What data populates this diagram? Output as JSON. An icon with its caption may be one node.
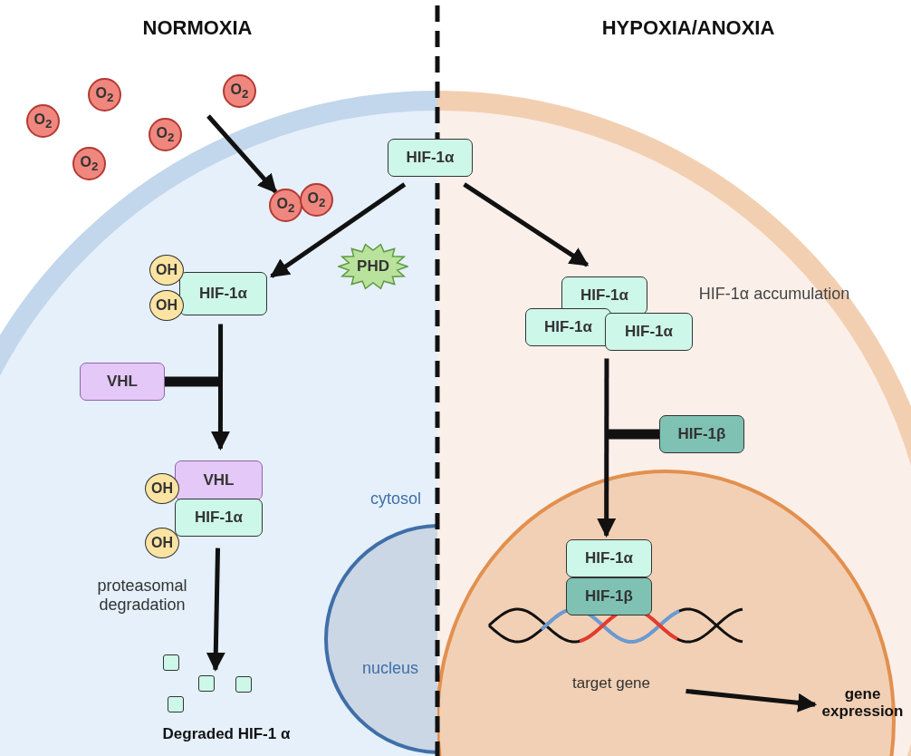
{
  "diagram": {
    "nodes": [
      {
        "text": [
          "O$_{2}$"
        ]
      },
      {
        "text": [
          "O$_{2}$"
        ]
      },
      {
        "text": [
          "O$_{2}$"
        ]
      },
      {
        "text": [
          "O$_{2}$"
        ]
      },
      {
        "text": [
          "O$_{2}$"
        ]
      },
      {
        "text": [
          "O$_{2}$"
        ]
      },
      {
        "text": [
          "O$_{2}$"
        ]
      },
      {
        "text": [
          "HIF-1α"
        ]
      },
      {
        "text": [
          "OH"
        ]
      },
      {
        "text": [
          "OH"
        ]
      },
      {
        "text": [
          "HIF-1α"
        ]
      },
      {
        "text": [
          "PHD"
        ]
      },
      {
        "text": [
          "VHL"
        ]
      },
      {
        "text": [
          "OH"
        ]
      },
      {
        "text": [
          "VHL"
        ]
      },
      {
        "text": [
          "HIF-1α"
        ]
      },
      {
        "text": [
          "OH"
        ]
      },
      {
        "text": [],
        "shape": "box"
      },
      {
        "text": [],
        "shape": "box"
      },
      {
        "text": [],
        "shape": "box"
      },
      {
        "text": [],
        "shape": "box"
      },
      {
        "text": [
          "HIF-1α"
        ]
      },
      {
        "text": [
          "HIF-1α"
        ]
      },
      {
        "text": [
          "HIF-1α"
        ]
      },
      {
        "text": [
          "HIF-1β"
        ]
      },
      {
        "text": [
          "HIF-1α"
        ]
      },
      {
        "text": [
          "HIF-1β"
        ]
      },
      {
        "text": [
          "target gene"
        ]
      },
      {
        "text": [
          "gene expression"
        ]
      }
    ],
    "edges": [
      {
        "from": null,
        "to": 5,
        "arrow": "to"
      },
      {
        "from": 7,
        "to": 10,
        "arrow": "to"
      },
      {
        "from": 7,
        "to": 21,
        "arrow": "to"
      },
      {
        "from": 10,
        "to": 14,
        "arrow": "to"
      },
      {
        "from": 12,
        "to": null,
        "arrow": "none",
        "style": "thick"
      },
      {
        "from": 15,
        "to": 18,
        "arrow": "to",
        "label": "proteasomal degradation"
      },
      {
        "from": 23,
        "to": 25,
        "arrow": "to"
      },
      {
        "from": 24,
        "to": null,
        "arrow": "none",
        "style": "thick"
      },
      {
        "from": 27,
        "to": 28,
        "arrow": "to"
      }
    ],
    "labels": [
      "NORMOXIA",
      "HYPOXIA/ANOXIA",
      "HIF-1α accumulation",
      "cytosol",
      "nucleus",
      "Degraded HIF-1 α"
    ]
  }
}
